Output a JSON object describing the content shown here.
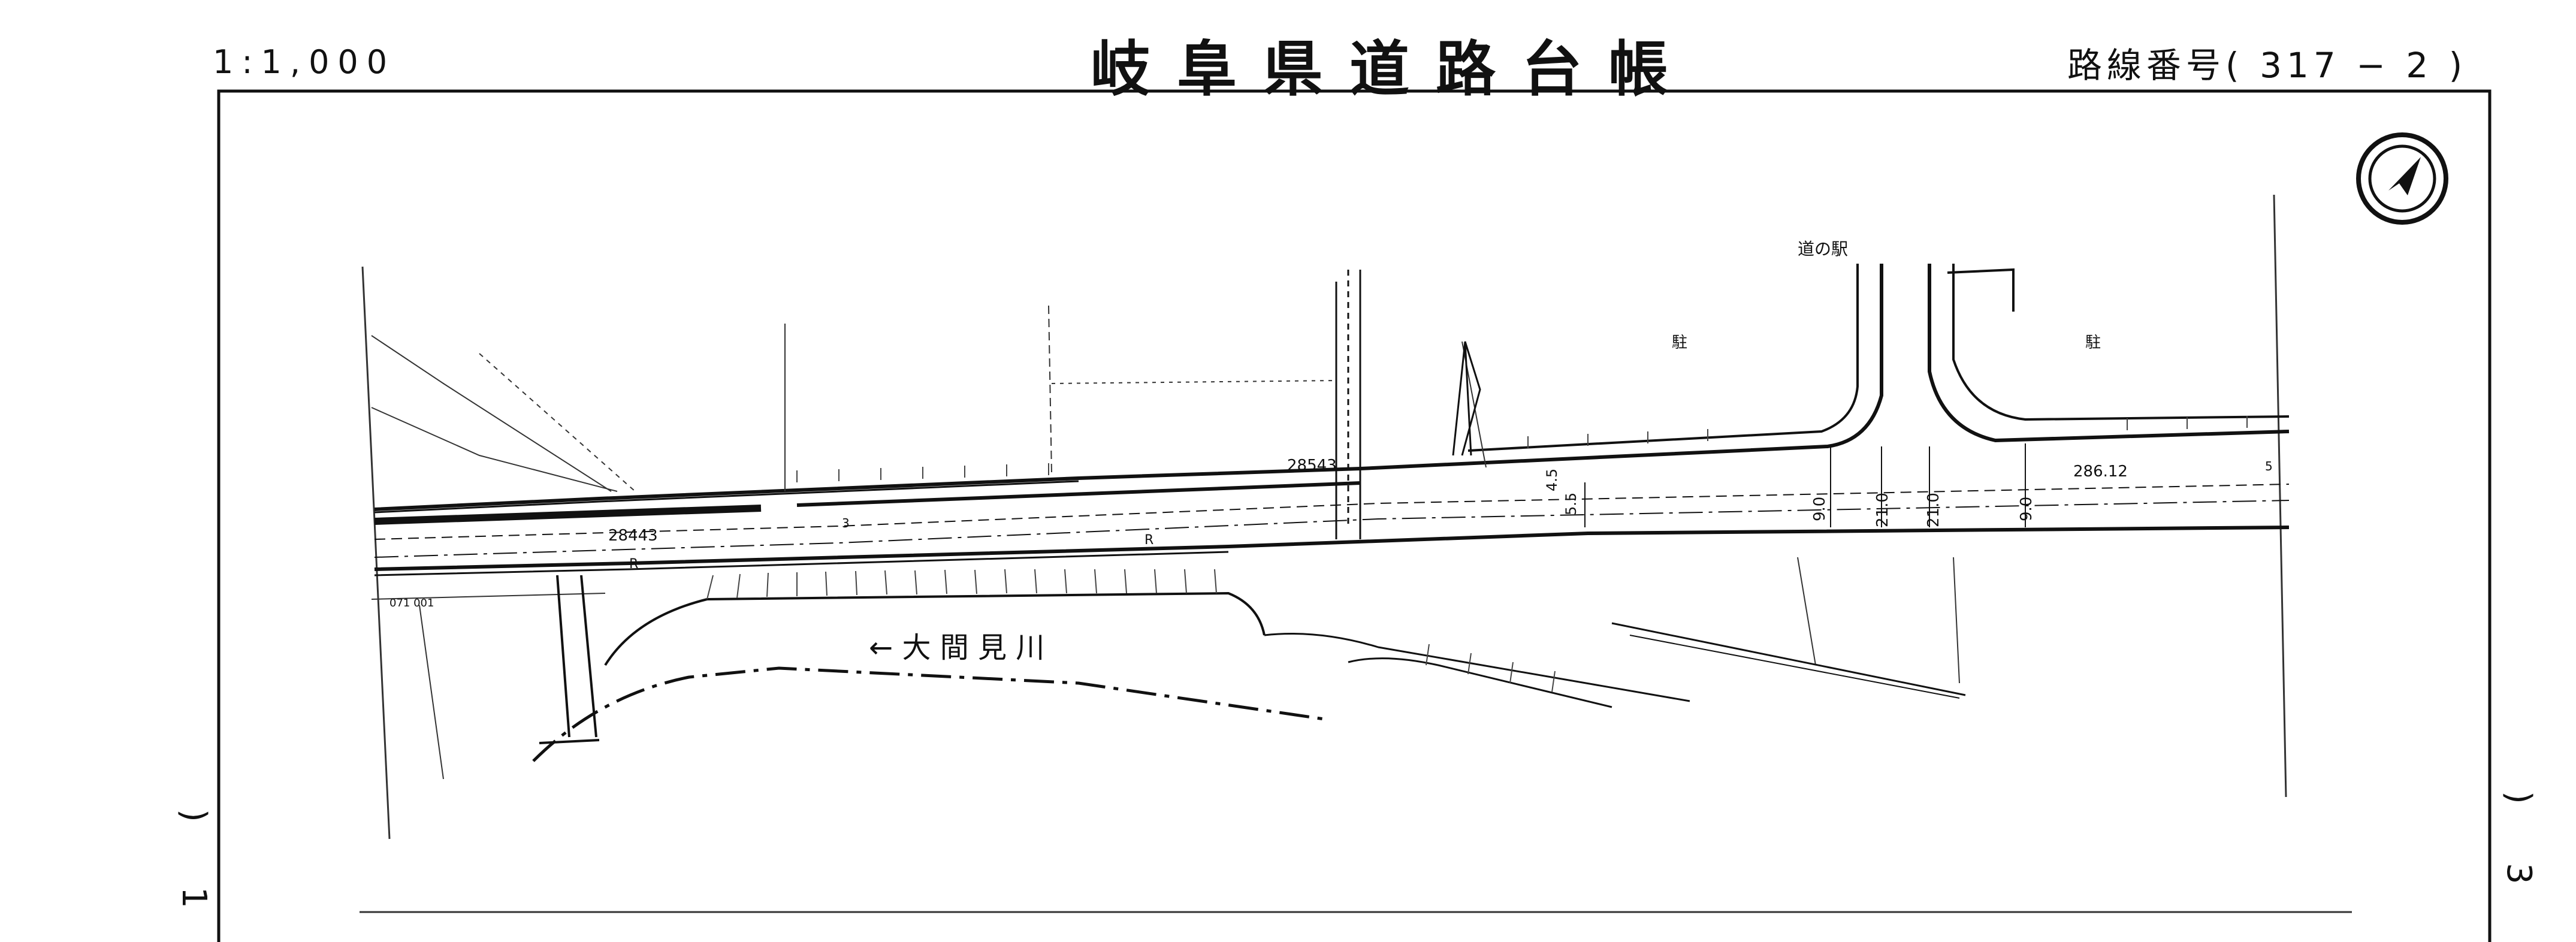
{
  "header": {
    "scale": "1:1,000",
    "title": "岐阜県道路台帳",
    "route_number": "路線番号( 317 − 2 )"
  },
  "map": {
    "river_label": "← 大 間 見 川",
    "michi_no_eki_label": "道の駅",
    "parking_label_1": "駐",
    "parking_label_2": "駐",
    "station_left": "28443",
    "station_mid": "28543",
    "station_right": "286.12",
    "km_marker": "071 001",
    "dim_1": "9.0",
    "dim_2": "21.0",
    "dim_3": "21.0",
    "dim_4": "9.0",
    "dim_5": "4.5",
    "dim_6": "5.5",
    "num_3": "3",
    "num_5": "5",
    "r_1": "R",
    "r_2": "R",
    "north_arrow": "north-arrow"
  },
  "margins": {
    "left_paren": ")",
    "left_number": "1",
    "right_paren": ")",
    "right_number": "3"
  }
}
